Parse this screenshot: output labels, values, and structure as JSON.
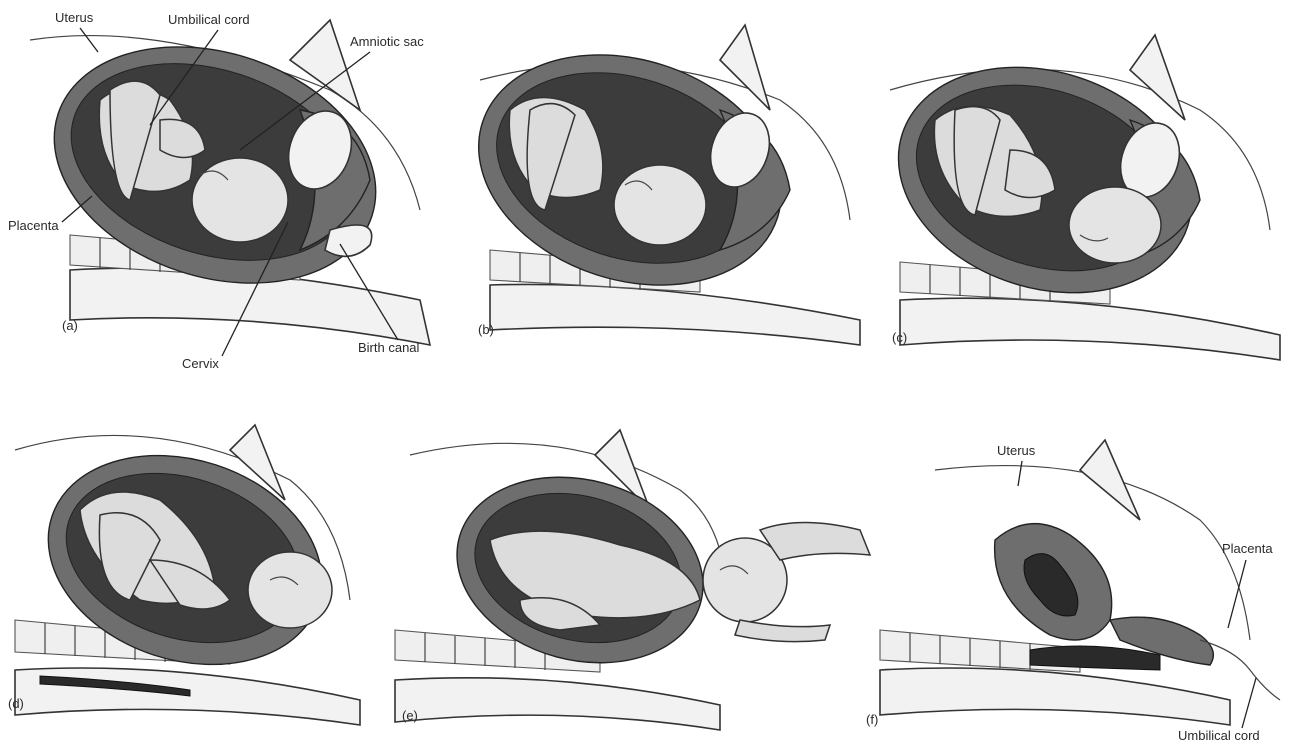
{
  "labels": {
    "uterus": "Uterus",
    "umbilical_cord": "Umbilical cord",
    "amniotic_sac": "Amniotic sac",
    "placenta": "Placenta",
    "cervix": "Cervix",
    "birth_canal": "Birth canal",
    "uterus_f": "Uterus",
    "placenta_f": "Placenta",
    "umbilical_cord_f": "Umbilical cord"
  },
  "panels": {
    "a": "(a)",
    "b": "(b)",
    "c": "(c)",
    "d": "(d)",
    "e": "(e)",
    "f": "(f)"
  }
}
